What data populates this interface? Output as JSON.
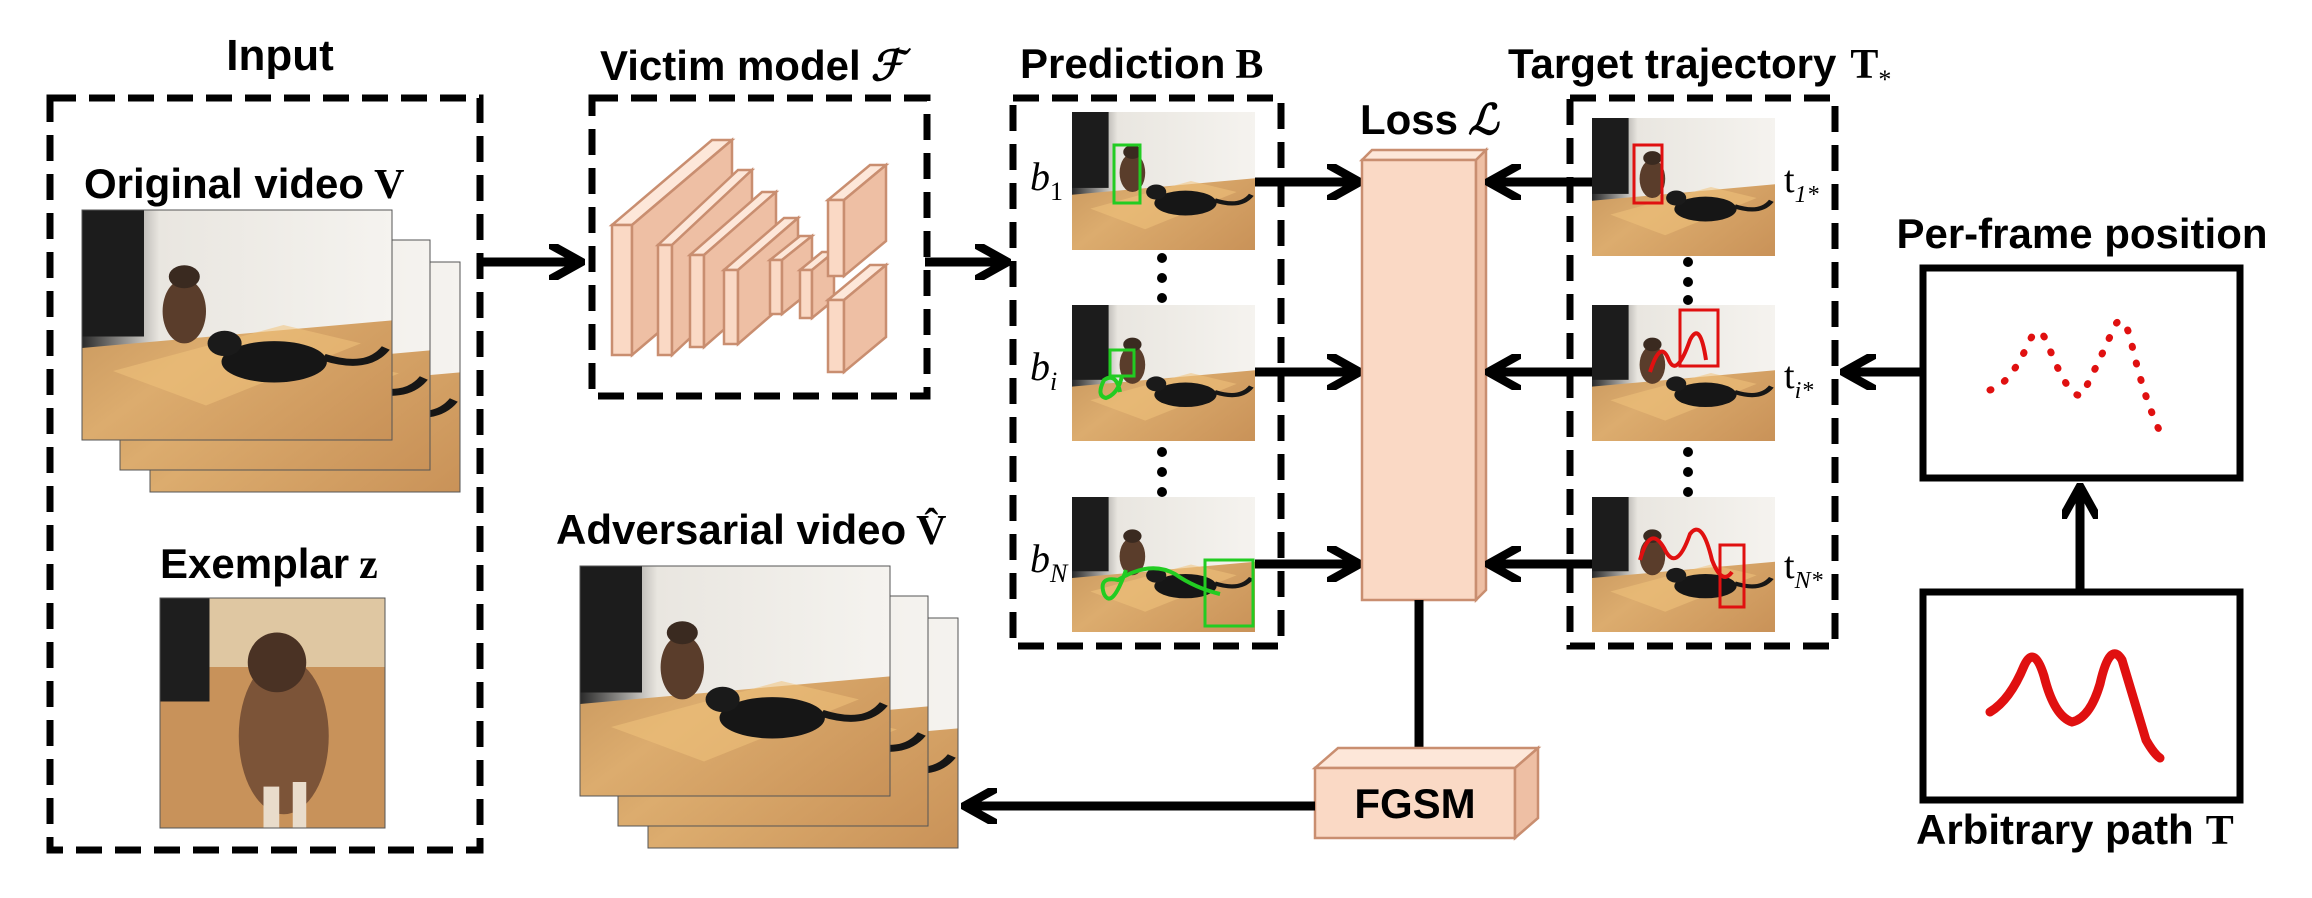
{
  "input": {
    "title": "Input",
    "original_video": {
      "label": "Original video",
      "symbol": "V"
    },
    "exemplar": {
      "label": "Exemplar",
      "symbol": "z"
    }
  },
  "victim_model": {
    "label": "Victim model",
    "symbol": "ℱ"
  },
  "prediction": {
    "label": "Prediction",
    "symbol": "B",
    "rows": [
      {
        "var": "b",
        "sub": "1"
      },
      {
        "var": "b",
        "sub": "i"
      },
      {
        "var": "b",
        "sub": "N"
      }
    ]
  },
  "loss": {
    "label": "Loss",
    "symbol": "ℒ"
  },
  "target_trajectory": {
    "label": "Target trajectory",
    "symbol": "T",
    "symbol_sub": "*",
    "rows": [
      {
        "var": "t",
        "sub": "1*"
      },
      {
        "var": "t",
        "sub": "i*"
      },
      {
        "var": "t",
        "sub": "N*"
      }
    ]
  },
  "per_frame_position": {
    "label": "Per-frame position"
  },
  "arbitrary_path": {
    "label": "Arbitrary path",
    "symbol": "T"
  },
  "adversarial_video": {
    "label": "Adversarial video",
    "symbol": "V̂"
  },
  "fgsm": {
    "label": "FGSM"
  },
  "colors": {
    "block_fill": "#fad9c5",
    "block_side": "#eebfa4",
    "block_stroke": "#c98e70",
    "prediction_box": "#22cc22",
    "target_box": "#e01010",
    "path": "#e01010",
    "floor": "#d7a86a",
    "wall": "#f1eee8"
  }
}
